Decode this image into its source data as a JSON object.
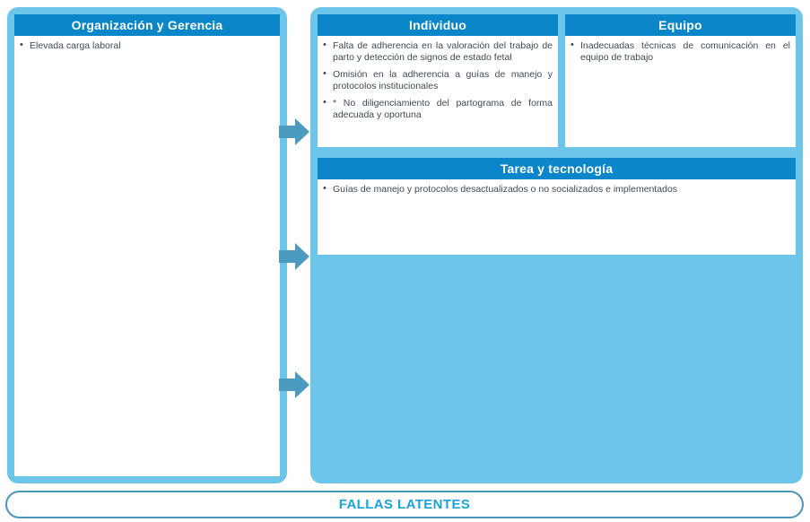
{
  "diagram": {
    "footer_label": "FALLAS LATENTES",
    "colors": {
      "panel_frame": "#6ec5ea",
      "card_header": "#0b86c8",
      "card_body": "#ffffff",
      "arrow": "#4b9bc0",
      "text": "#3f4a55",
      "footer_text": "#1aa3dd",
      "footer_border": "#4b95bd"
    },
    "left_panel": {
      "card": {
        "title": "Organización y Gerencia",
        "items": [
          "Elevada carga laboral"
        ]
      }
    },
    "right_panel": {
      "cards": [
        {
          "title": "Individuo",
          "items": [
            "Falta de adherencia en la valoración del trabajo de parto y detección de signos de estado fetal",
            "Omisión en la adherencia a guías de manejo y protocolos institucionales",
            "* No diligenciamiento del partograma de forma adecuada y oportuna"
          ]
        },
        {
          "title": "Equipo",
          "items": [
            "Inadecuadas técnicas de comunicación en el equipo de trabajo"
          ]
        },
        {
          "title": "Tarea y tecnología",
          "items": [
            "Guías de manejo y protocolos desactualizados o no socializados e implementados"
          ]
        }
      ]
    },
    "arrows": [
      {
        "name": "arrow-right-1"
      },
      {
        "name": "arrow-right-2"
      },
      {
        "name": "arrow-right-3"
      }
    ]
  }
}
